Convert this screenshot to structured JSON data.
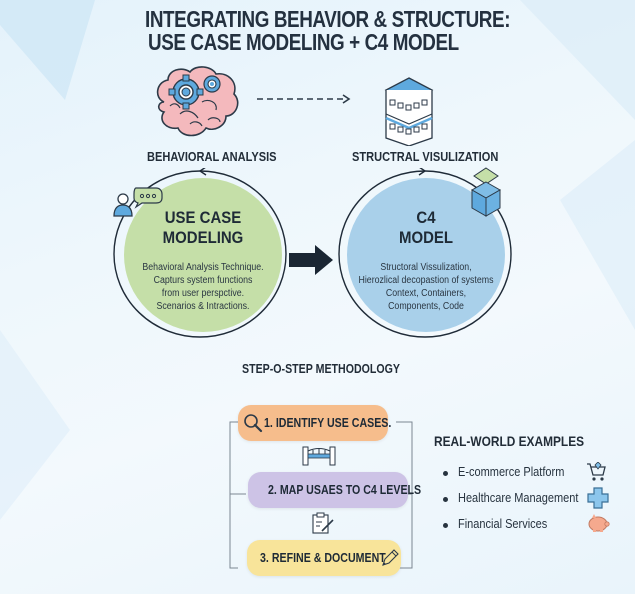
{
  "header": {
    "title": "INTEGRATING BEHAVIOR & STRUCTURE:",
    "subtitle": "USE CASE MODELING + C4 MODEL"
  },
  "top_labels": {
    "left": "BEHAVIORAL ANALYSIS",
    "right": "STRUCTRAL VISULIZATION"
  },
  "use_case_circle": {
    "title_line1": "USE CASE",
    "title_line2": "MODELING",
    "desc": [
      "Behavioral Analysis Technique.",
      "Capturs system functions",
      "from user perspctive.",
      "Scenarios & Intractions."
    ],
    "color": "#c5dfa8"
  },
  "c4_circle": {
    "title_line1": "C4",
    "title_line2": "MODEL",
    "desc": [
      "Structoral Vissulization,",
      "Hierozlical decopastion of systems",
      "Context, Containers,",
      "Components, Code"
    ],
    "color": "#a9d0ea"
  },
  "methodology": {
    "heading": "STEP-O-STEP METHODOLOGY",
    "steps": [
      {
        "label": "1. IDENTIFY USE CASES.",
        "color": "#f6bd8c",
        "icon": "magnifier-icon"
      },
      {
        "label": "2. MAP USAES TO C4 LEVELS",
        "color": "#cdc3e6",
        "icon": "bridge-icon"
      },
      {
        "label": "3. REFINE & DOCUMENT",
        "color": "#f8e49a",
        "icon": "pencil-icon"
      }
    ]
  },
  "examples": {
    "heading": "REAL-WORLD EXAMPLES",
    "items": [
      {
        "label": "E-commerce Platform",
        "icon": "shopping-cart-icon"
      },
      {
        "label": "Healthcare Management",
        "icon": "medical-cross-icon"
      },
      {
        "label": "Financial Services",
        "icon": "piggy-bank-icon"
      }
    ]
  },
  "colors": {
    "dark": "#1e2a36",
    "accent_blue": "#5ea9de",
    "brain_pink": "#f4b9bd"
  }
}
